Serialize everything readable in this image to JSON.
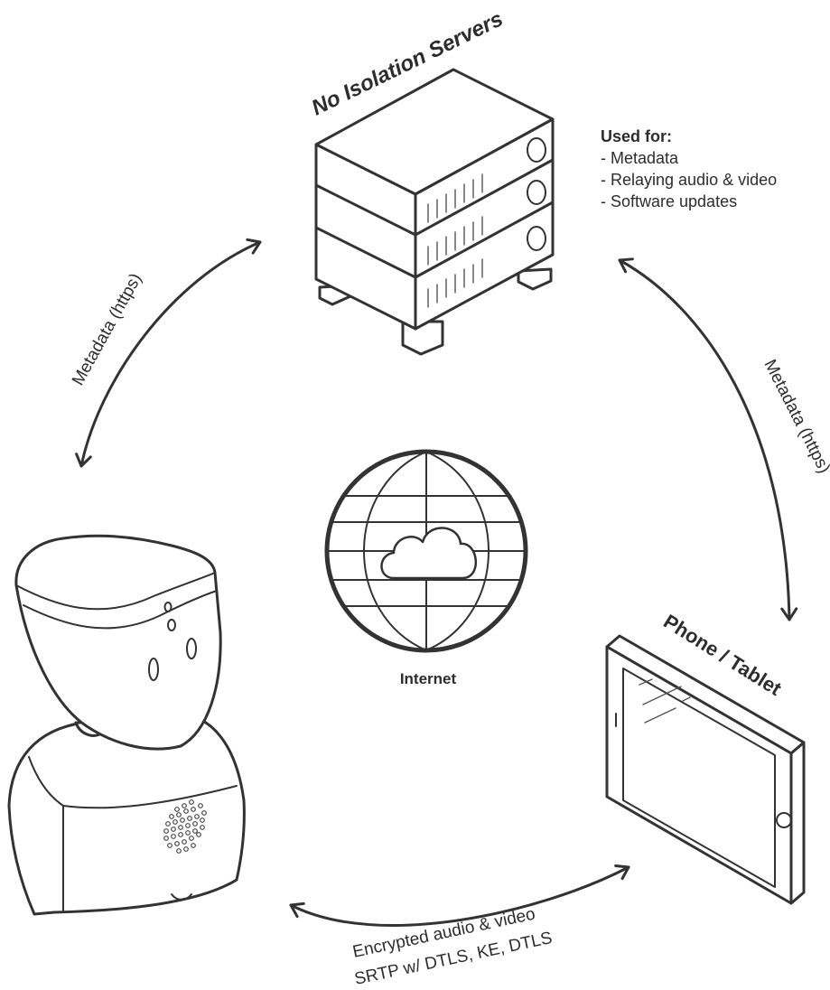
{
  "server": {
    "title": "No Isolation Servers",
    "used_for_heading": "Used for:",
    "used_for_items": [
      "- Metadata",
      "- Relaying audio & video",
      "- Software updates"
    ]
  },
  "internet": {
    "label": "Internet"
  },
  "device": {
    "title": "Phone / Tablet"
  },
  "connections": {
    "robot_server": "Metadata (https)",
    "server_device": "Metadata (https)",
    "robot_device_line1": "Encrypted audio &  video",
    "robot_device_line2": "SRTP w/ DTLS, KE, DTLS"
  },
  "colors": {
    "stroke": "#333333",
    "background": "#ffffff"
  }
}
